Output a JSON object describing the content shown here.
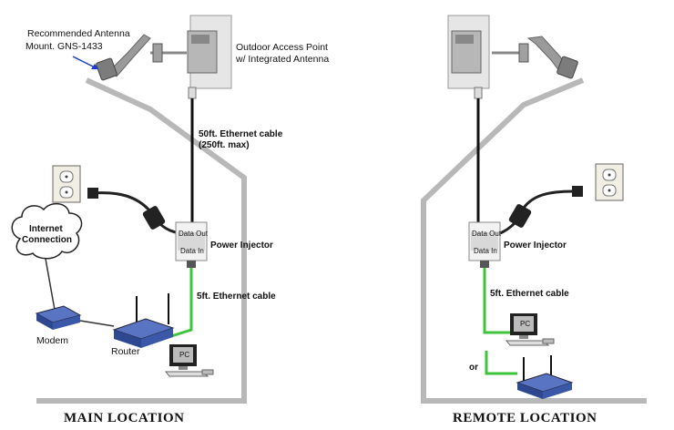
{
  "left": {
    "caption": "MAIN LOCATION",
    "antenna_mount_line1": "Recommended Antenna",
    "antenna_mount_line2": "Mount. GNS-1433",
    "ap_line1": "Outdoor Access Point",
    "ap_line2": "w/ Integrated Antenna",
    "cable_long_line1": "50ft. Ethernet cable",
    "cable_long_line2": "(250ft. max)",
    "data_out": "Data Out",
    "data_in": "Data In",
    "power_injector": "Power Injector",
    "cable_short": "5ft. Ethernet cable",
    "internet_line1": "Internet",
    "internet_line2": "Connection",
    "modem": "Modem",
    "router": "Router",
    "pc": "PC"
  },
  "right": {
    "caption": "REMOTE LOCATION",
    "data_out": "Data Out",
    "data_in": "Data In",
    "power_injector": "Power Injector",
    "cable_short": "5ft. Ethernet cable",
    "pc": "PC",
    "or": "or"
  },
  "colors": {
    "house": "#b8b8b8",
    "green_cable": "#3cc43c",
    "black_cable": "#111111",
    "router_blue": "#3a57a8"
  }
}
